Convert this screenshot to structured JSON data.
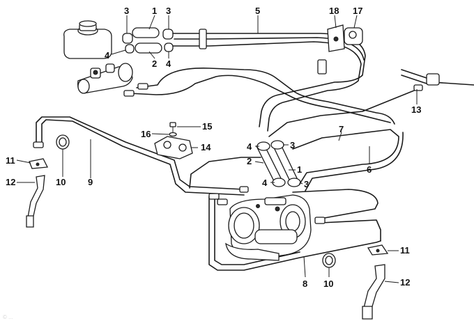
{
  "diagram": {
    "callouts": {
      "n1a": "1",
      "n1b": "1",
      "n2a": "2",
      "n2b": "2",
      "n3a": "3",
      "n3b": "3",
      "n3c": "3",
      "n3d": "3",
      "n4a": "4",
      "n4b": "4",
      "n4c": "4",
      "n4d": "4",
      "n5": "5",
      "n6": "6",
      "n7": "7",
      "n8": "8",
      "n9": "9",
      "n10a": "10",
      "n10b": "10",
      "n11a": "11",
      "n11b": "11",
      "n12a": "12",
      "n12b": "12",
      "n13": "13",
      "n14": "14",
      "n15": "15",
      "n16": "16",
      "n17": "17",
      "n18": "18"
    },
    "watermark": "© ..."
  }
}
